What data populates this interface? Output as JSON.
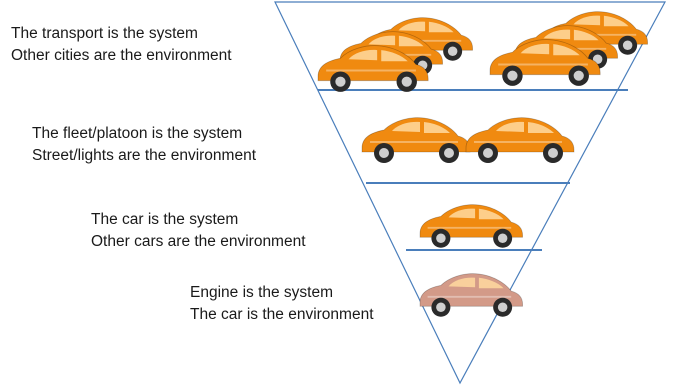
{
  "levels": [
    {
      "system": "The transport is the system",
      "environment": "Other cities are the environment"
    },
    {
      "system": "The fleet/platoon is the system",
      "environment": "Street/lights are the environment"
    },
    {
      "system": "The car is the system",
      "environment": "Other cars are the environment"
    },
    {
      "system": "Engine is the system",
      "environment": "The car is the environment"
    }
  ],
  "colors": {
    "triangle_stroke": "#4a7ebb",
    "car_orange": "#f08a10",
    "car_engine": "#d39a88",
    "tire": "#2a2a2a"
  }
}
